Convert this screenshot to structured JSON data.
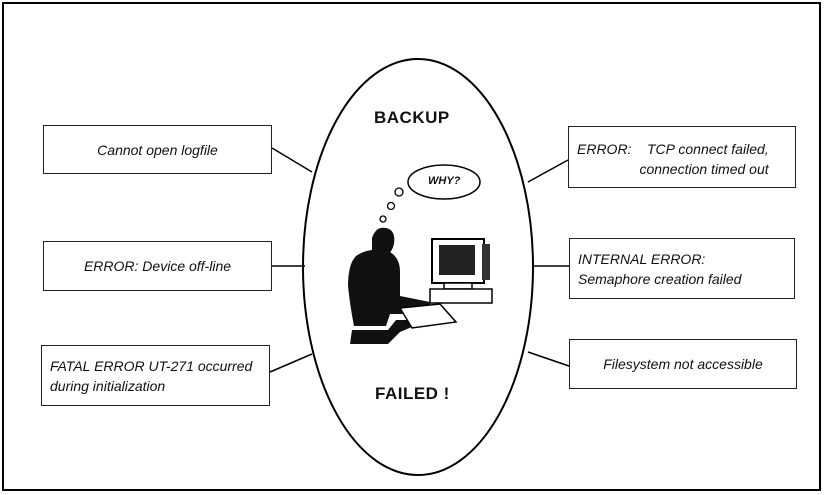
{
  "diagram": {
    "top_label": "BACKUP",
    "bottom_label": "FAILED !",
    "thought": "WHY?",
    "left_messages": [
      {
        "lines": [
          "Cannot open logfile"
        ]
      },
      {
        "lines": [
          "ERROR: Device off-line"
        ]
      },
      {
        "lines": [
          "FATAL ERROR UT-271 occurred",
          "during initialization"
        ]
      }
    ],
    "right_messages": [
      {
        "tag": "ERROR:",
        "lines": [
          "TCP connect failed,",
          "connection timed out"
        ]
      },
      {
        "lines": [
          "INTERNAL ERROR:",
          "Semaphore creation failed"
        ]
      },
      {
        "lines": [
          "Filesystem not accessible"
        ]
      }
    ]
  }
}
